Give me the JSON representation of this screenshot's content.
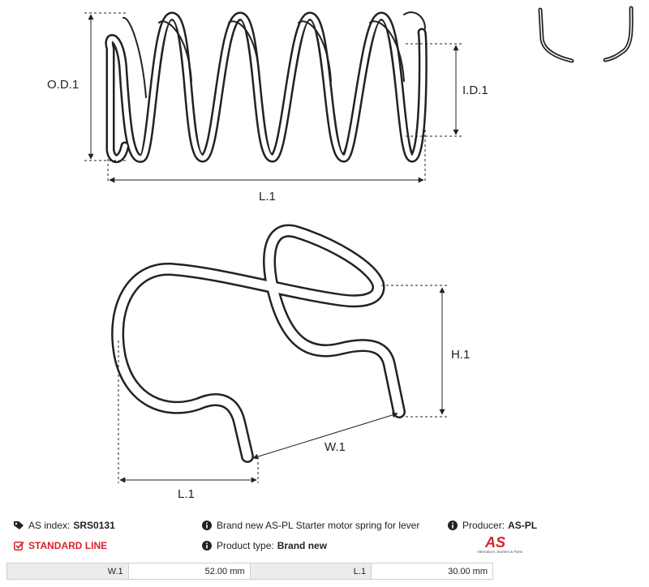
{
  "drawing": {
    "spring_labels": {
      "od": "O.D.1",
      "id": "I.D.1",
      "length": "L.1"
    },
    "clip_labels": {
      "height": "H.1",
      "width": "W.1",
      "length": "L.1"
    }
  },
  "info": {
    "index_label": "AS index:",
    "index_value": "SRS0131",
    "description": "Brand new AS-PL Starter motor spring for lever",
    "producer_label": "Producer:",
    "producer_value": "AS-PL",
    "line_label": "STANDARD LINE",
    "type_label": "Product type:",
    "type_value": "Brand new"
  },
  "logo": {
    "mark": "AS",
    "tagline": "Alternators, Starters & Parts"
  },
  "dimensions": [
    {
      "label": "W.1",
      "value": "52.00 mm"
    },
    {
      "label": "L.1",
      "value": "30.00 mm"
    }
  ],
  "icons": {
    "tag": "tag-icon",
    "info": "info-icon",
    "check": "checkbox-check-icon"
  },
  "colors": {
    "accent": "#d9202a",
    "line": "#222222"
  }
}
